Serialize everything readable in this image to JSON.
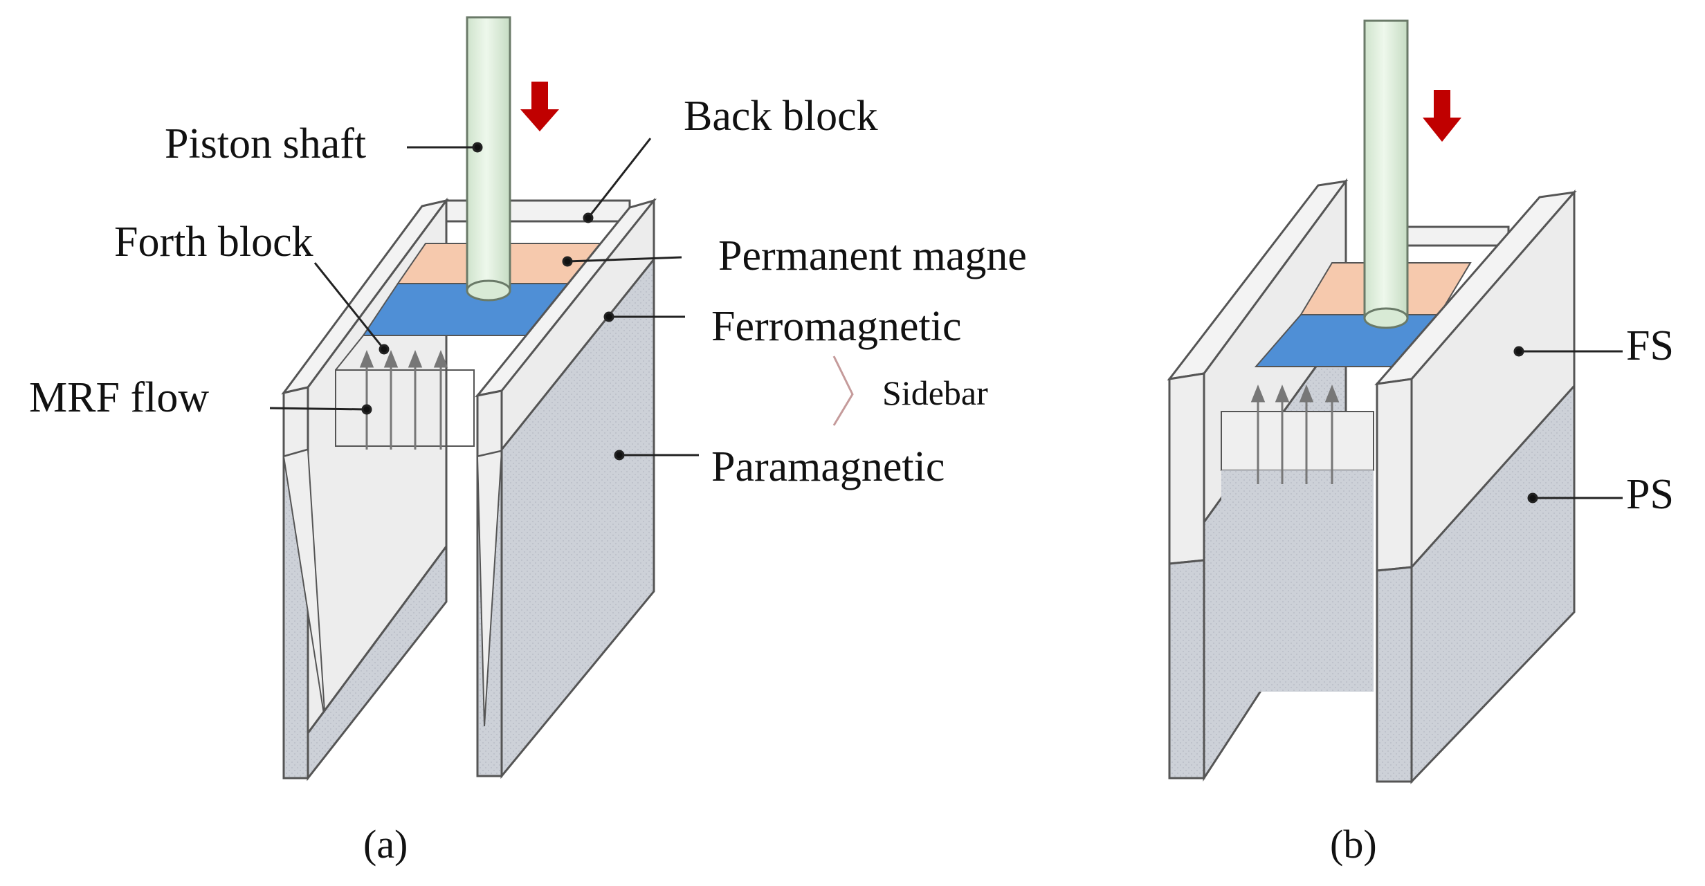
{
  "panel_a": {
    "labels": {
      "piston_shaft": "Piston shaft",
      "back_block": "Back block",
      "forth_block": "Forth block",
      "permanent_magnet": "Permanent magne",
      "ferromagnetic": "Ferromagnetic",
      "sidebar": "Sidebar",
      "paramagnetic": "Paramagnetic",
      "mrf_flow": "MRF flow"
    },
    "caption": "(a)"
  },
  "panel_b": {
    "labels": {
      "fs": "FS",
      "ps": "PS"
    },
    "caption": "(b)"
  },
  "colors": {
    "piston": "#e4f2e2",
    "piston_stroke": "#6a7a68",
    "permanent_magnet": "#f6c9ad",
    "ferro_block": "#4f8fd6",
    "motion_arrow": "#c00000",
    "ferro_face": "#ececec",
    "para_face": "#cfd3da",
    "outline": "#555555",
    "flow_arrow": "#777777"
  }
}
